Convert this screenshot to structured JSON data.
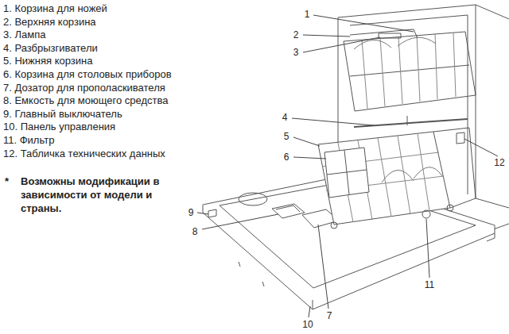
{
  "diagram": {
    "labels": [
      "1. Корзина для ножей",
      "2. Верхняя корзина",
      "3. Лампа",
      "4. Разбрызгиватели",
      "5. Нижняя корзина",
      "6. Корзина для столовых приборов",
      "7. Дозатор для прополаскивателя",
      "8. Емкость для моющего средства",
      "9. Главный выключатель",
      "10. Панель управления",
      "11. Фильтр",
      "12. Табличка технических данных",
      "*",
      "Возможны модификации в зависимости от модели и страны.",
      "1",
      "2",
      "3",
      "4",
      "5",
      "6",
      "7",
      "8",
      "9",
      "10",
      "11",
      "12"
    ]
  }
}
